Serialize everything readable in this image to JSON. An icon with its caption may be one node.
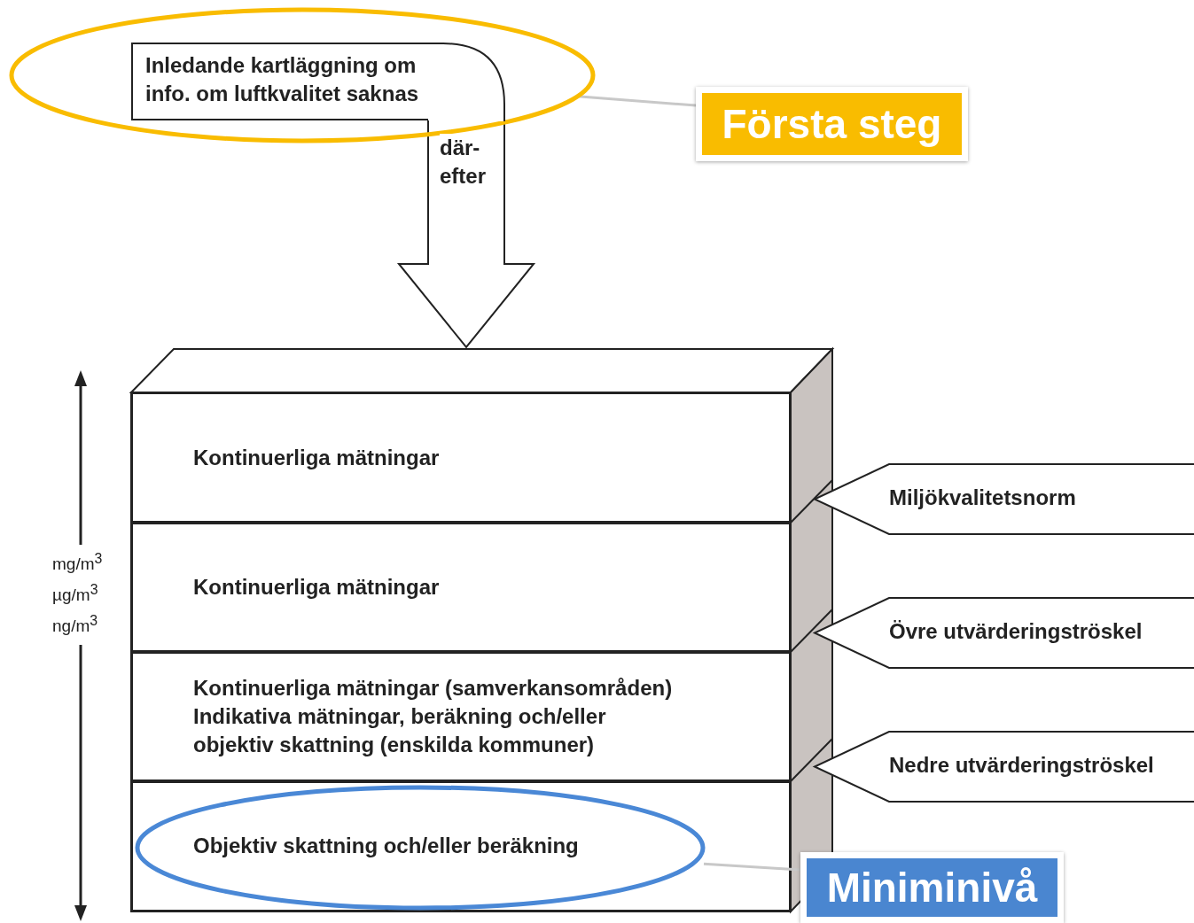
{
  "diagram": {
    "nodes": [
      {
        "text": [],
        "shape": "ellipse"
      },
      {
        "text": [
          "Inledande kartläggning om info. om luftkvalitet saknas"
        ],
        "in": 0
      },
      {
        "text": [],
        "shape": "box"
      },
      {
        "text": [
          "Kontinuerliga mätningar"
        ],
        "in": 2
      },
      {
        "text": [
          "Kontinuerliga mätningar"
        ],
        "in": 2
      },
      {
        "text": [
          "Kontinuerliga mätningar (samverkansområden)",
          "Indikativa mätningar, beräkning och/eller objektiv skattning (enskilda kommuner)"
        ],
        "in": 2
      },
      {
        "text": [],
        "shape": "box",
        "in": 2
      },
      {
        "text": [
          "Objektiv skattning och/eller beräkning"
        ],
        "in": 6
      },
      {
        "text": [
          "Miljökvalitetsnorm"
        ]
      },
      {
        "text": [
          "Övre utvärderingströskel"
        ]
      },
      {
        "text": [
          "Nedre utvärderingströskel"
        ]
      },
      {
        "text": [
          "Första steg"
        ]
      },
      {
        "text": [
          "Miniminivå"
        ]
      }
    ],
    "edges": [
      {
        "from": 1,
        "to": 2,
        "arrow": "to",
        "label": "där- efter"
      },
      {
        "from": 11,
        "to": 0,
        "arrow": "none",
        "color": "#c8c8c8"
      },
      {
        "from": 12,
        "to": 7,
        "arrow": "none",
        "color": "#c8c8c8"
      }
    ],
    "labels": [
      "mg/m$^{3}$",
      "µg/m$^{3}$",
      "ng/m$^{3}$"
    ]
  }
}
